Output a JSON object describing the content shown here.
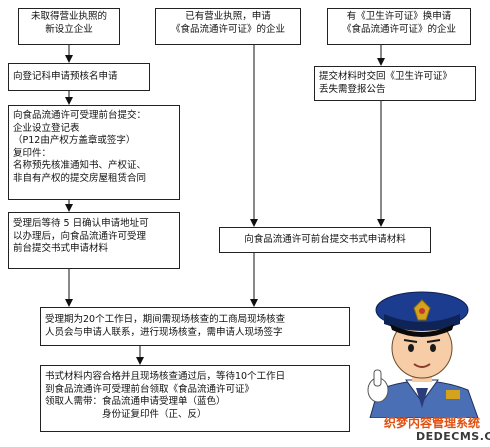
{
  "flow": {
    "box1": [
      "未取得营业执照的",
      "新设立企业"
    ],
    "box2": [
      "已有营业执照，申请",
      "《食品流通许可证》的企业"
    ],
    "box3": [
      "有《卫生许可证》换申请",
      "《食品流通许可证》的企业"
    ],
    "box4": [
      "向登记科申请预核名申请"
    ],
    "box5": [
      "向食品流通许可受理前台提交：",
      "企业设立登记表",
      "（P12由产权方盖章或签字）",
      "复印件：",
      "名称预先核准通知书、产权证、",
      "非自有产权的提交房屋租赁合同"
    ],
    "box6": [
      "提交材料时交回《卫生许可证》",
      "丢失需登报公告"
    ],
    "box7": [
      "受理后等待 5 日确认申请地址可",
      "以办理后，向食品流通许可受理",
      "前台提交书式申请材料"
    ],
    "box8": [
      "向食品流通许可前台提交书式申请材料"
    ],
    "box9": [
      "受理期为20个工作日，期间需现场核查的工商局现场核查",
      "人员会与申请人联系，进行现场核查，需申请人现场签字"
    ],
    "box10": [
      "书式材料内容合格并且现场核查通过后，等待10个工作日",
      "到食品流通许可受理前台领取《食品流通许可证》",
      "领取人需带：食品流通申请受理单（蓝色）",
      "　　　　　　身份证复印件（正、反）"
    ]
  },
  "watermark": {
    "line1": "织梦内容管理系统",
    "line2": "DEDECMS.COM"
  },
  "colors": {
    "border": "#222222",
    "cap": "#1b3c8f",
    "badge": "#d4a21c",
    "skin": "#f6cda6",
    "uniform": "#4a6fb5",
    "watermark_orange": "#e05010"
  },
  "icons": [
    "officer-illustration",
    "arrow"
  ]
}
